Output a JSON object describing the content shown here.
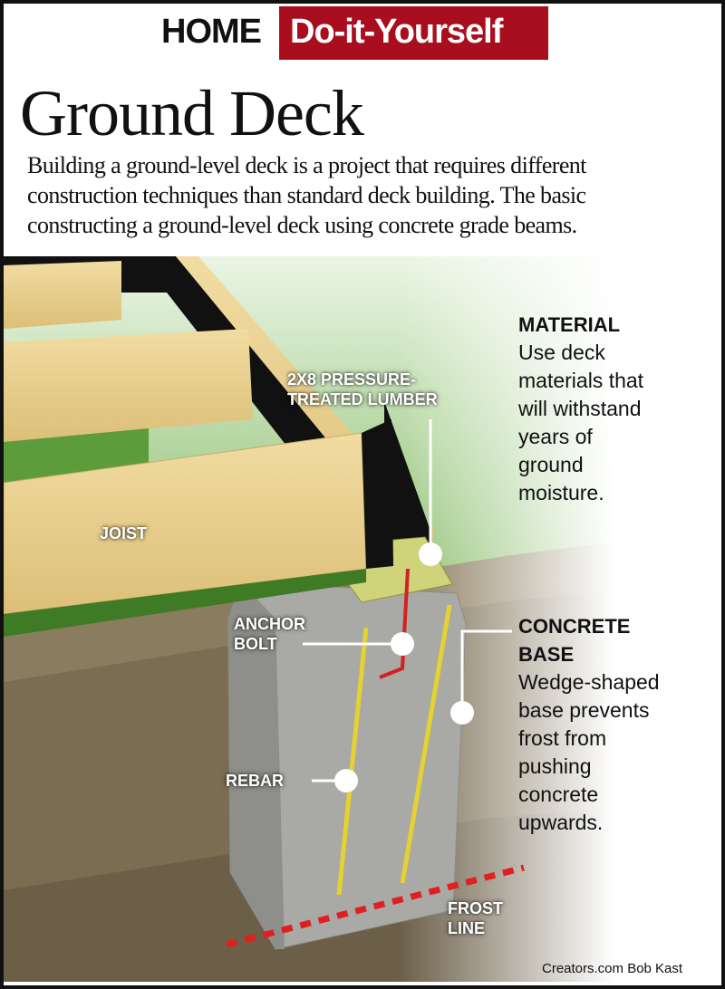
{
  "header": {
    "section": "HOME",
    "banner": "Do-it-Yourself",
    "title": "Ground Deck",
    "intro_lines": [
      "Building a ground-level deck is a project that requires different",
      "construction techniques than standard deck building. The basic",
      "constructing a ground-level deck using concrete grade beams."
    ]
  },
  "labels": {
    "lumber": [
      "2X8 PRESSURE-",
      "TREATED LUMBER"
    ],
    "joist": "JOIST",
    "anchor": [
      "ANCHOR",
      "BOLT"
    ],
    "rebar": "REBAR",
    "frost": [
      "FROST",
      "LINE"
    ]
  },
  "material": {
    "heading": "MATERIAL",
    "lines": [
      "Use deck",
      "materials that",
      "will withstand",
      "years of",
      "ground",
      "moisture."
    ]
  },
  "concrete": {
    "heading": [
      "CONCRETE",
      "BASE"
    ],
    "lines": [
      "Wedge-shaped",
      "base prevents",
      "frost from",
      "pushing",
      "concrete",
      "upwards."
    ]
  },
  "credit": "Creators.com Bob Kast",
  "colors": {
    "banner": "#a90e1e",
    "grass": "#5c9c3a",
    "wood": "#e8cf8e",
    "concrete": "#a9a9a6",
    "rebar": "#e3d230",
    "bolt": "#d42020",
    "frost": "#e02020"
  }
}
